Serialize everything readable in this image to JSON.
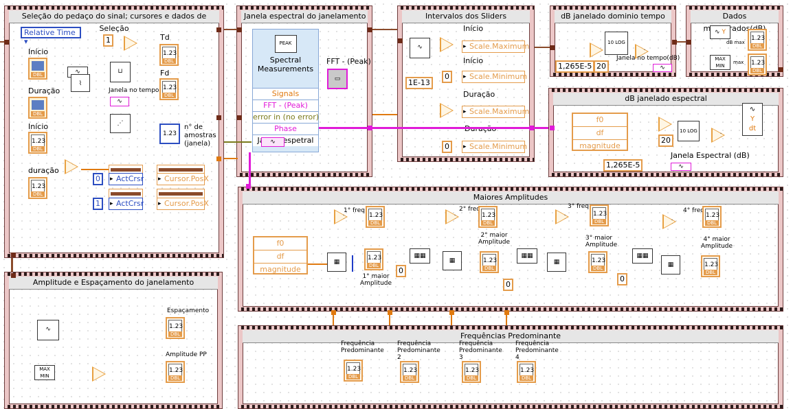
{
  "frames": {
    "selecao": "Seleção do pedaço do sinal; cursores e dados de Seleção",
    "janela_espectral": "Janela espectral do janelamento",
    "intervalos": "Intervalos dos Sliders",
    "db_tempo": "dB janelado dominio tempo",
    "dados_mensurados": "Dados mensurados(dB)",
    "db_espectral": "dB janelado espectral",
    "maiores": "Maiores Amplitudes",
    "amplitude": "Amplitude e Espaçamento do janelamento",
    "frequencias": "Frequências Predominante"
  },
  "selecao": {
    "ring_value": "Relative Time",
    "const_1": "1",
    "inicio": "Início",
    "duracao": "Duração",
    "inicio2": "Início",
    "duracao2": "duração",
    "td": "Td",
    "fd": "Fd",
    "janela_no_tempo": "Janela no tempo",
    "n_amostras": "n° de amostras (janela)",
    "const_0": "0",
    "const_1b": "1",
    "actcrsr": "ActCrsr",
    "cursor_posx": "Cursor.PosX"
  },
  "janela": {
    "spec_title": "Spectral Measurements",
    "peak_label": "PEAK",
    "terms": [
      "Signals",
      "FFT - (Peak)",
      "error in (no error)",
      "Phase",
      "Janela espetral"
    ],
    "fft_label": "FFT - (Peak)"
  },
  "intervalos": {
    "inicio": "Início",
    "inicio2": "Início",
    "duracao": "Duração",
    "duracao2": "Duração",
    "scale_max": "Scale.Maximum",
    "scale_min": "Scale.Minimum",
    "const_1e13": "1E-13",
    "const_0": "0"
  },
  "db_tempo": {
    "const_a": "1,265E-5",
    "const_b": "20",
    "janela_label": "Janela no tempo(dB)",
    "log_label": "10 LOG"
  },
  "dados": {
    "db_max": "dB max",
    "max": "max",
    "max_min": "MAX MIN",
    "y": "Y"
  },
  "db_espectral": {
    "f0": "f0",
    "df": "df",
    "magnitude": "magnitude",
    "const_20": "20",
    "const_a": "1,265E-5",
    "janela_label": "Janela Espectral (dB)",
    "y": "Y",
    "dt": "dt"
  },
  "maiores": {
    "f0": "f0",
    "df": "df",
    "magnitude": "magnitude",
    "freq1": "1° freq",
    "freq2": "2° freq",
    "freq3": "3° freq",
    "freq4": "4° freq",
    "amp1": "1° maior Amplitude",
    "amp2": "2° maior Amplitude",
    "amp3": "3° maior Amplitude",
    "amp4": "4° maior Amplitude",
    "const_0": "0"
  },
  "amplitude": {
    "espacamento": "Espaçamento",
    "amplitude_pp": "Amplitude PP",
    "max_min": "MAX MIN"
  },
  "frequencias": {
    "f1": "Frequência Predominante",
    "f2": "Frequência Predominante 2",
    "f3": "Frequência Predominante 3",
    "f4": "Frequência Predominante 4"
  },
  "indicator": {
    "value": "1.23",
    "type": "DBL"
  },
  "colors": {
    "frame": "#ecc7c7",
    "dbl_wire": "#e07a10",
    "cluster_wire": "#8a4a2a",
    "wave_wire": "#e01ad8",
    "bool_wire": "#1f3cc7"
  }
}
